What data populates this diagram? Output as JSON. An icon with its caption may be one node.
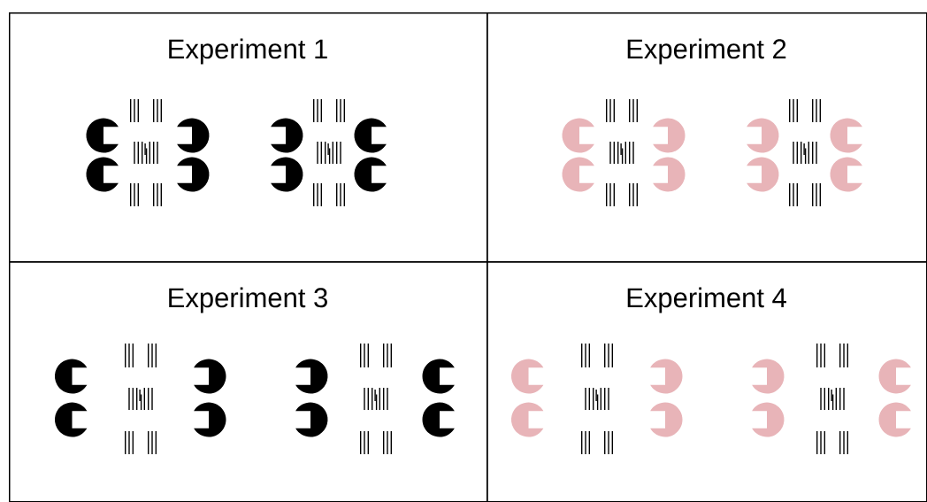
{
  "diagram": {
    "nodes": [
      {
        "text": [
          "Experiment 1"
        ]
      },
      {
        "text": [
          "Experiment 2"
        ]
      },
      {
        "text": [
          "Experiment 3"
        ]
      },
      {
        "text": [
          "Experiment 4"
        ]
      }
    ]
  }
}
